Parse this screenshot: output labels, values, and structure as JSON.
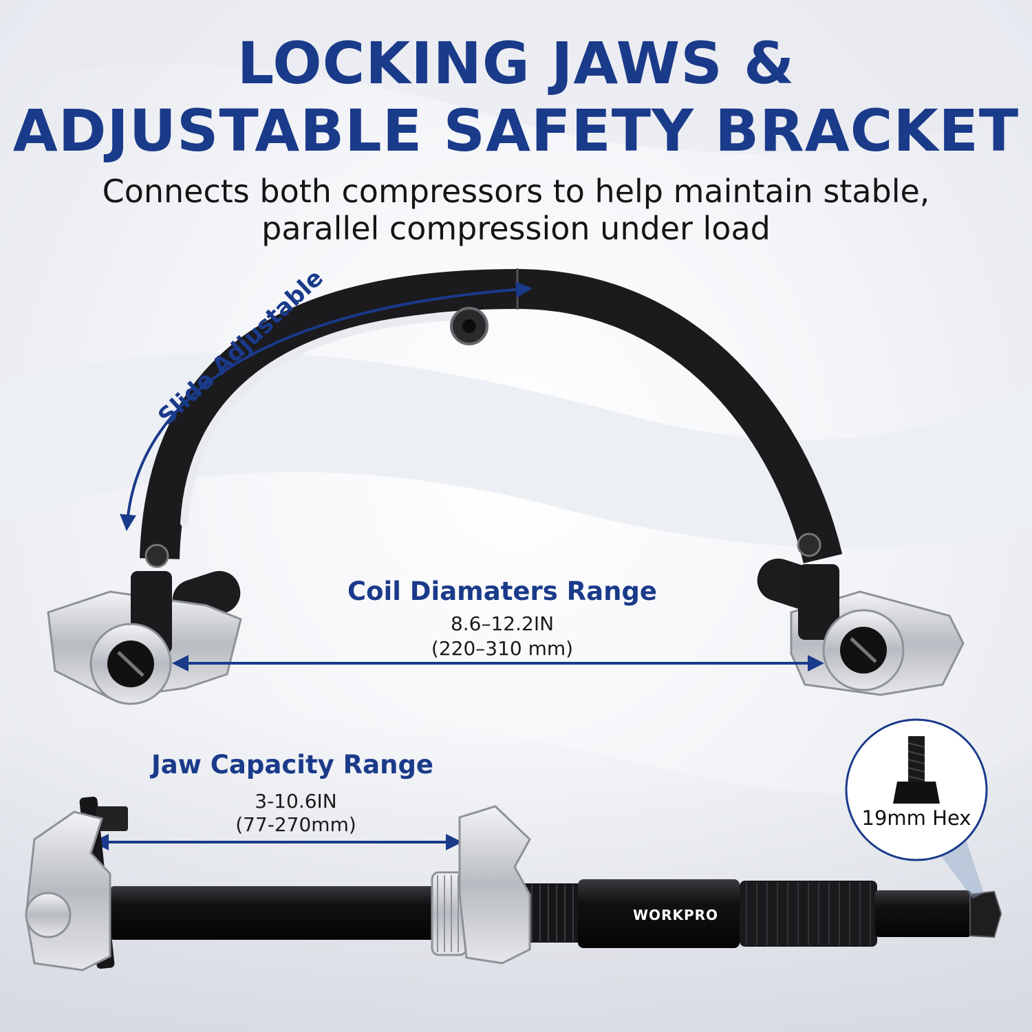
{
  "headline": {
    "line1": "LOCKING JAWS &",
    "line2": "ADJUSTABLE SAFETY BRACKET"
  },
  "subtitle": {
    "line1": "Connects both compressors to help maintain stable,",
    "line2": "parallel compression under load"
  },
  "callouts": {
    "slide": "Slide Adjustable",
    "coil": {
      "title": "Coil Diamaters Range",
      "value_in": "8.6–12.2IN",
      "value_mm": "(220–310 mm)"
    },
    "jaw": {
      "title": "Jaw Capacity Range",
      "value_in": "3-10.6IN",
      "value_mm": "(77-270mm)"
    },
    "hex": "19mm Hex"
  },
  "brand": "WORKPRO",
  "colors": {
    "accent_blue": "#1a3a8a",
    "tool_black": "#1b1b1d",
    "chrome": "#c7c9cd",
    "text_dark": "#141414"
  }
}
